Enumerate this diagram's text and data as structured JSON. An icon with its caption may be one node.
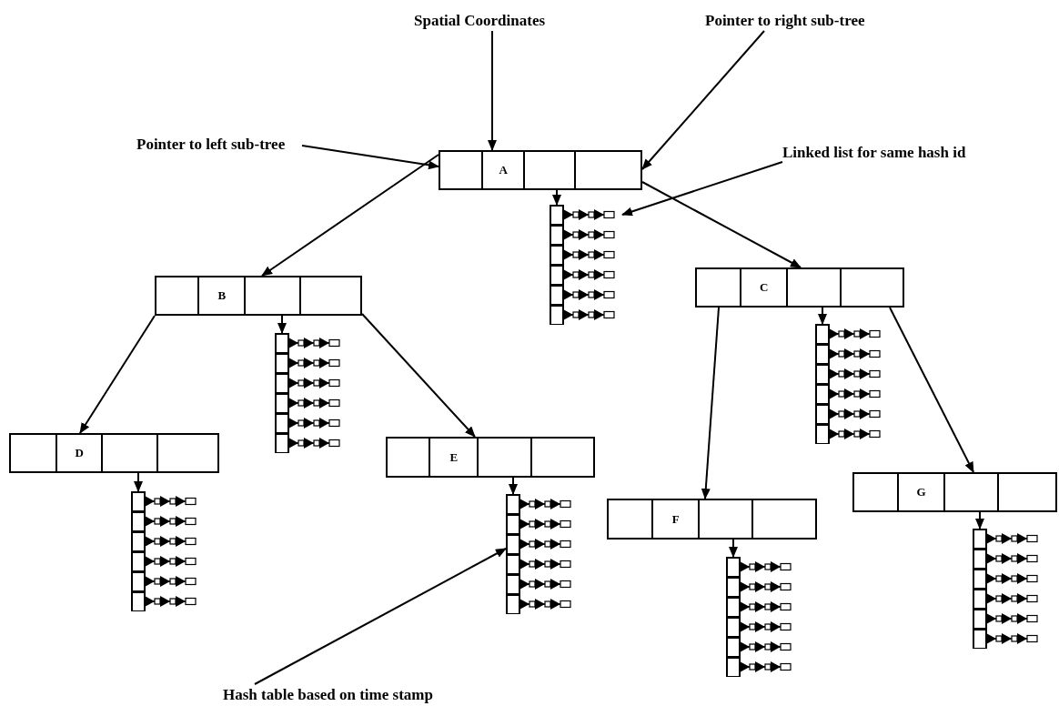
{
  "diagram": {
    "nodes": [
      {
        "text": [
          "Spatial Coordinates"
        ]
      },
      {
        "text": [
          "Pointer to right sub-tree"
        ]
      },
      {
        "text": [
          "Pointer to left sub-tree"
        ]
      },
      {
        "text": [
          "A"
        ]
      },
      {
        "text": [
          "Linked list for same hash id"
        ]
      },
      {
        "text": [],
        "shape": "box"
      },
      {
        "text": [
          "B"
        ]
      },
      {
        "text": [
          "C"
        ]
      },
      {
        "text": [],
        "shape": "box"
      },
      {
        "text": [],
        "shape": "box"
      },
      {
        "text": [
          "D"
        ]
      },
      {
        "text": [
          "E"
        ]
      },
      {
        "text": [
          "G"
        ]
      },
      {
        "text": [
          "F"
        ]
      },
      {
        "text": [],
        "shape": "box"
      },
      {
        "text": [],
        "shape": "box"
      },
      {
        "text": [],
        "shape": "box"
      },
      {
        "text": [],
        "shape": "box"
      },
      {
        "text": [
          "Hash table based on time stamp"
        ]
      }
    ],
    "edges": [
      {
        "from": 0,
        "to": 3,
        "arrow": "to"
      },
      {
        "from": 1,
        "to": 3,
        "arrow": "to"
      },
      {
        "from": 2,
        "to": 3,
        "arrow": "to"
      },
      {
        "from": 4,
        "to": 5,
        "arrow": "to"
      },
      {
        "from": 3,
        "to": 5,
        "arrow": "to"
      },
      {
        "from": 3,
        "to": 6,
        "arrow": "to"
      },
      {
        "from": 3,
        "to": 7,
        "arrow": "to"
      },
      {
        "from": 6,
        "to": 8,
        "arrow": "to"
      },
      {
        "from": 7,
        "to": 9,
        "arrow": "to"
      },
      {
        "from": 6,
        "to": 10,
        "arrow": "to"
      },
      {
        "from": 6,
        "to": 11,
        "arrow": "to"
      },
      {
        "from": 7,
        "to": 13,
        "arrow": "to"
      },
      {
        "from": 7,
        "to": 12,
        "arrow": "to"
      },
      {
        "from": 10,
        "to": 14,
        "arrow": "to"
      },
      {
        "from": 11,
        "to": 15,
        "arrow": "to"
      },
      {
        "from": 12,
        "to": 16,
        "arrow": "to"
      },
      {
        "from": 13,
        "to": 17,
        "arrow": "to"
      },
      {
        "from": 18,
        "to": 15,
        "arrow": "to"
      }
    ]
  }
}
